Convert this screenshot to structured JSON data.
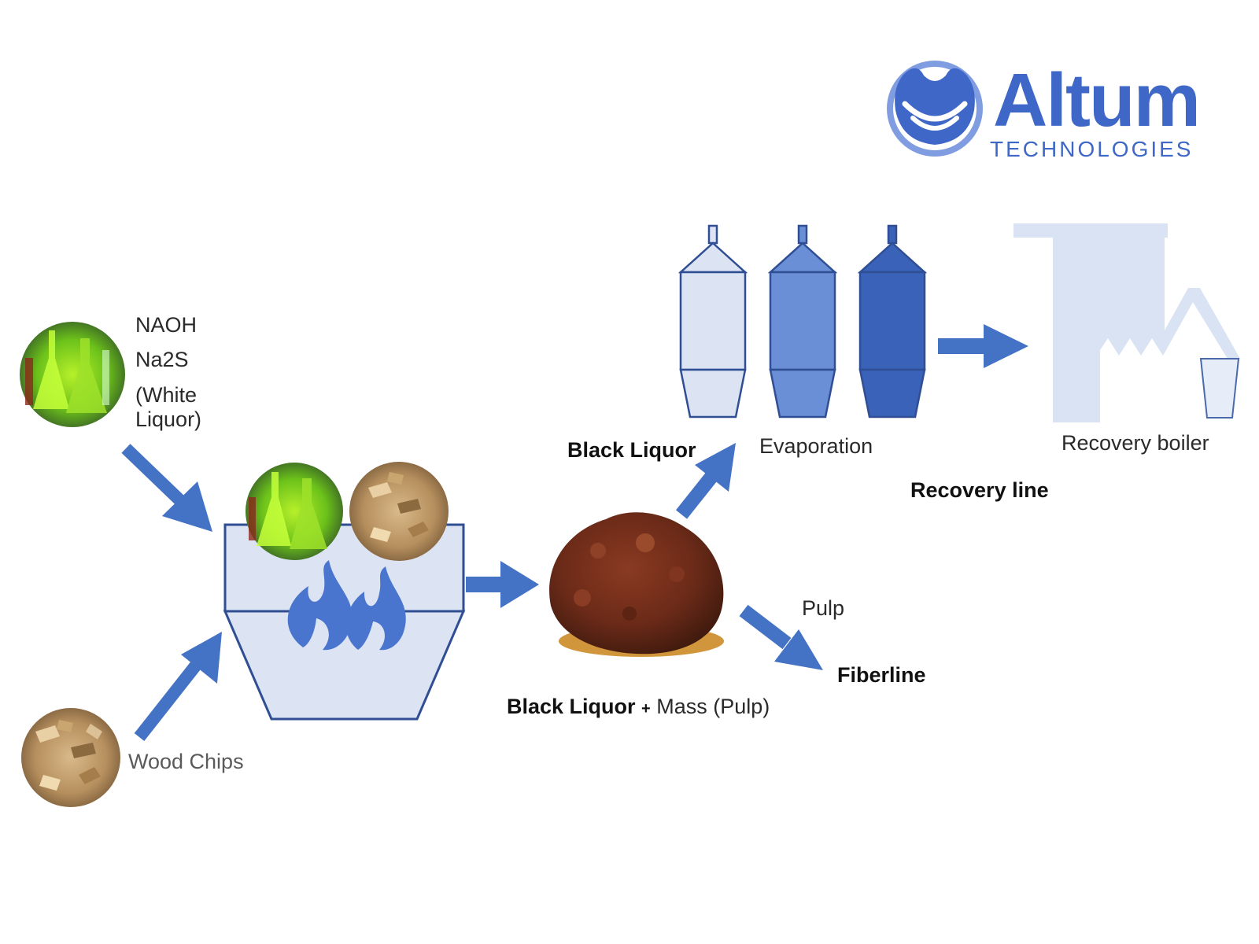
{
  "brand": {
    "name": "Altum",
    "tagline": "TECHNOLOGIES"
  },
  "colors": {
    "accent": "#4472c4",
    "light_fill": "#dce4f3",
    "mid_fill": "#6a8fd6",
    "dark_fill": "#3962b8",
    "outline": "#2f4e93",
    "boiler_fill": "#dae3f3"
  },
  "inputs": {
    "chemicals": {
      "line1": "NAOH",
      "line2": "Na2S",
      "line3": "(White",
      "line4": "Liquor)"
    },
    "wood": "Wood Chips"
  },
  "stages": {
    "black_liquor": "Black Liquor",
    "evaporation": "Evaporation",
    "recovery_boiler": "Recovery boiler",
    "recovery_line": "Recovery line",
    "pulp": "Pulp",
    "fiberline": "Fiberline",
    "mix_bold": "Black Liquor",
    "mix_plus": "+",
    "mix_rest": "Mass (Pulp)"
  },
  "icons": {
    "chemicals": "chemical-flasks-icon",
    "wood": "wood-chips-icon",
    "pulp": "pulp-mass-icon",
    "digester": "digester-vessel-icon",
    "flame": "flame-icon",
    "evaporator": "evaporator-tank-icon",
    "boiler": "recovery-boiler-icon",
    "arrow": "arrow-icon"
  }
}
